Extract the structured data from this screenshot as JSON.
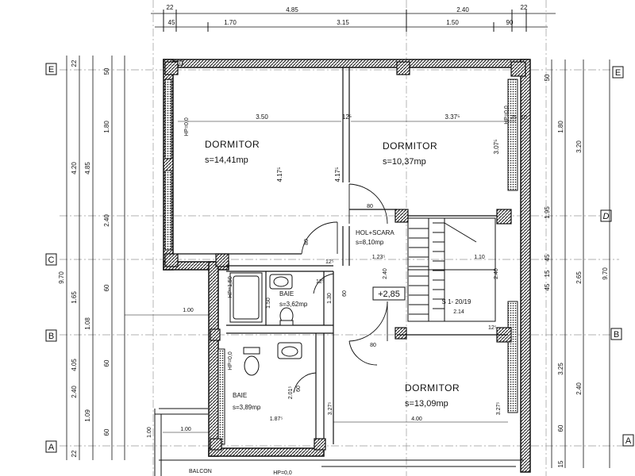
{
  "axes": {
    "rows": [
      "E",
      "D",
      "C",
      "B",
      "A"
    ],
    "cols": []
  },
  "top_dims": {
    "row1": [
      "22",
      "4.85",
      "2.40",
      "22"
    ],
    "row2": [
      "45",
      "1.70",
      "3.15",
      "1.50",
      "90"
    ]
  },
  "left_dims": {
    "col1": [
      "9.70"
    ],
    "col2": [
      "4.20",
      "1.65",
      "4.05",
      "2.40"
    ],
    "col3": [
      "4.85",
      "1.08",
      "1.09"
    ],
    "col4": [
      "1.80",
      "2.40",
      "60",
      "60",
      "60"
    ],
    "col5": [
      "50",
      "22",
      "22"
    ]
  },
  "right_dims": {
    "col1": [
      "9.70",
      "2.65",
      "3.20",
      "2.40",
      "1.80",
      "3.25"
    ],
    "col2": [
      "50",
      "1.95",
      "45",
      "15",
      "45",
      "60",
      "15"
    ]
  },
  "rooms": [
    {
      "name": "DORMITOR",
      "area": "s=14,41mp"
    },
    {
      "name": "DORMITOR",
      "area": "s=10,37mp"
    },
    {
      "name": "HOL+SCARA",
      "area": "s=8,10mp"
    },
    {
      "name": "BAIE",
      "area": "s=3,62mp"
    },
    {
      "name": "BAIE",
      "area": "s=3,89mp"
    },
    {
      "name": "DORMITOR",
      "area": "s=13,09mp"
    },
    {
      "name": "BALCON",
      "area": ""
    }
  ],
  "interior_dims": {
    "d1_width": "3.50",
    "d2_width": "3.37⁵",
    "d1_height": "4.17⁵",
    "d2_height": "4.17⁵",
    "d2_side": "3.07⁵",
    "hp1": "HP=0,0",
    "hp2": "HP=0,0",
    "hp3": "HP=1,50",
    "hp4": "HP=0,0",
    "hp_bottom": "HP=0,0",
    "d_12": "12⁵",
    "d_25": "25",
    "d_10": "10",
    "hall_w1": "1.23⁵",
    "hall_w2": "1.10",
    "door80a": "80",
    "door80b": "80",
    "door80c": "80",
    "door60a": "60",
    "door60b": "60",
    "bath1_h": "1.50",
    "bath1_w": "1.30",
    "bath_240": "2.40",
    "stair_240": "2.40",
    "stair_214": "2.14",
    "stair_label": "S 1- 20/19",
    "level": "+2,85",
    "bath2_h": "2.01⁵",
    "bath2_w": "1.87⁵",
    "d3_h1": "3.27⁵",
    "d3_h2": "3.27⁵",
    "d3_w": "4.00",
    "left_100": "1.00",
    "left_100b": "1.00",
    "left_100c": "1.00",
    "d_12b": "12⁵",
    "d_12c": "12⁵",
    "d_12d": "12⁵"
  }
}
